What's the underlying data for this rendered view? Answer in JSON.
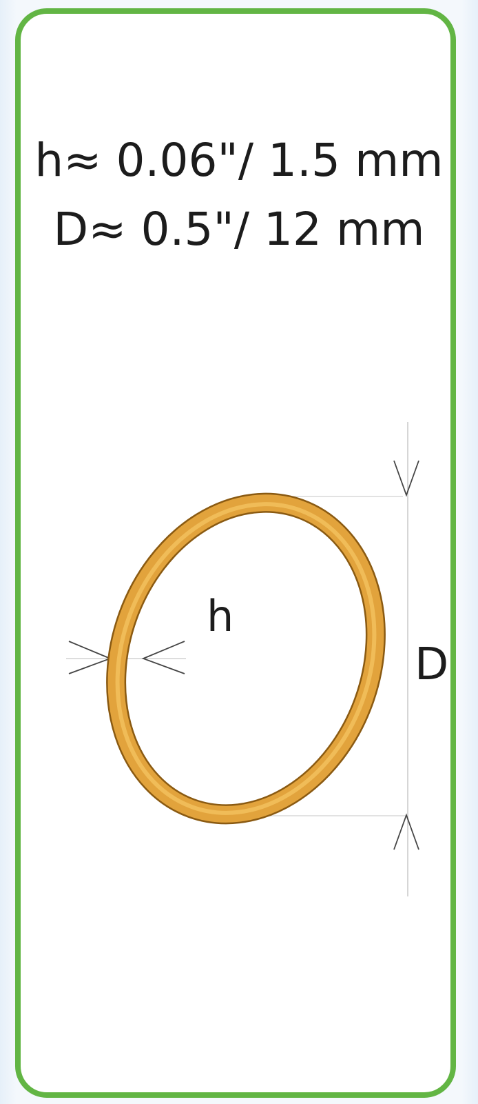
{
  "specs": {
    "thickness": "h≈ 0.06\"/ 1.5 mm",
    "diameter": "D≈ 0.5\"/ 12 mm"
  },
  "diagram": {
    "thickness_label": "h",
    "diameter_label": "D"
  },
  "colors": {
    "border": "#62b544",
    "ring_fill": "#e2a33c",
    "ring_highlight": "#f0bc58",
    "ring_outline": "#8a5a12",
    "text": "#1c1c1c",
    "dimension_lines": "#9a9a9a"
  }
}
